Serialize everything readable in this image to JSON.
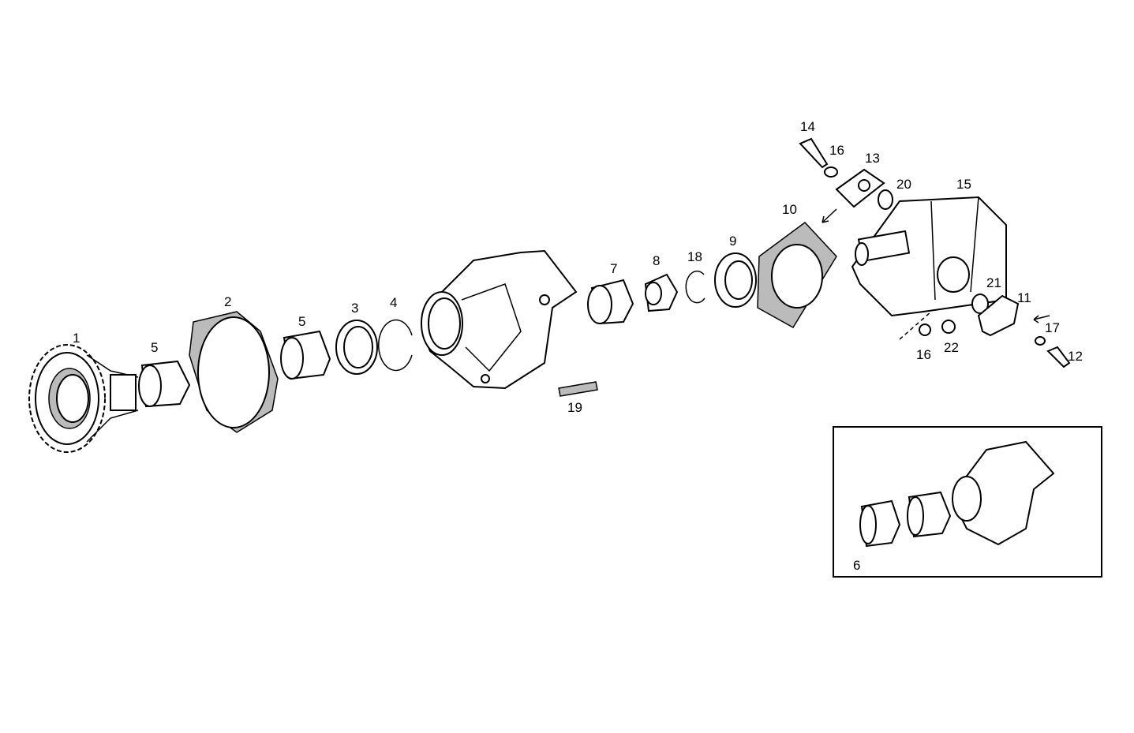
{
  "diagram": {
    "type": "exploded parts diagram",
    "colors": {
      "line": "#000000",
      "background": "#ffffff"
    },
    "callouts": [
      {
        "id": "c1",
        "text": "1"
      },
      {
        "id": "c5a",
        "text": "5"
      },
      {
        "id": "c2",
        "text": "2"
      },
      {
        "id": "c5b",
        "text": "5"
      },
      {
        "id": "c3",
        "text": "3"
      },
      {
        "id": "c4",
        "text": "4"
      },
      {
        "id": "c7",
        "text": "7"
      },
      {
        "id": "c8",
        "text": "8"
      },
      {
        "id": "c18",
        "text": "18"
      },
      {
        "id": "c9",
        "text": "9"
      },
      {
        "id": "c10",
        "text": "10"
      },
      {
        "id": "c14",
        "text": "14"
      },
      {
        "id": "c16a",
        "text": "16"
      },
      {
        "id": "c13",
        "text": "13"
      },
      {
        "id": "c20",
        "text": "20"
      },
      {
        "id": "c15",
        "text": "15"
      },
      {
        "id": "c21",
        "text": "21"
      },
      {
        "id": "c11",
        "text": "11"
      },
      {
        "id": "c17",
        "text": "17"
      },
      {
        "id": "c12",
        "text": "12"
      },
      {
        "id": "c16b",
        "text": "16"
      },
      {
        "id": "c22",
        "text": "22"
      },
      {
        "id": "c19",
        "text": "19"
      },
      {
        "id": "c6",
        "text": "6"
      }
    ]
  }
}
